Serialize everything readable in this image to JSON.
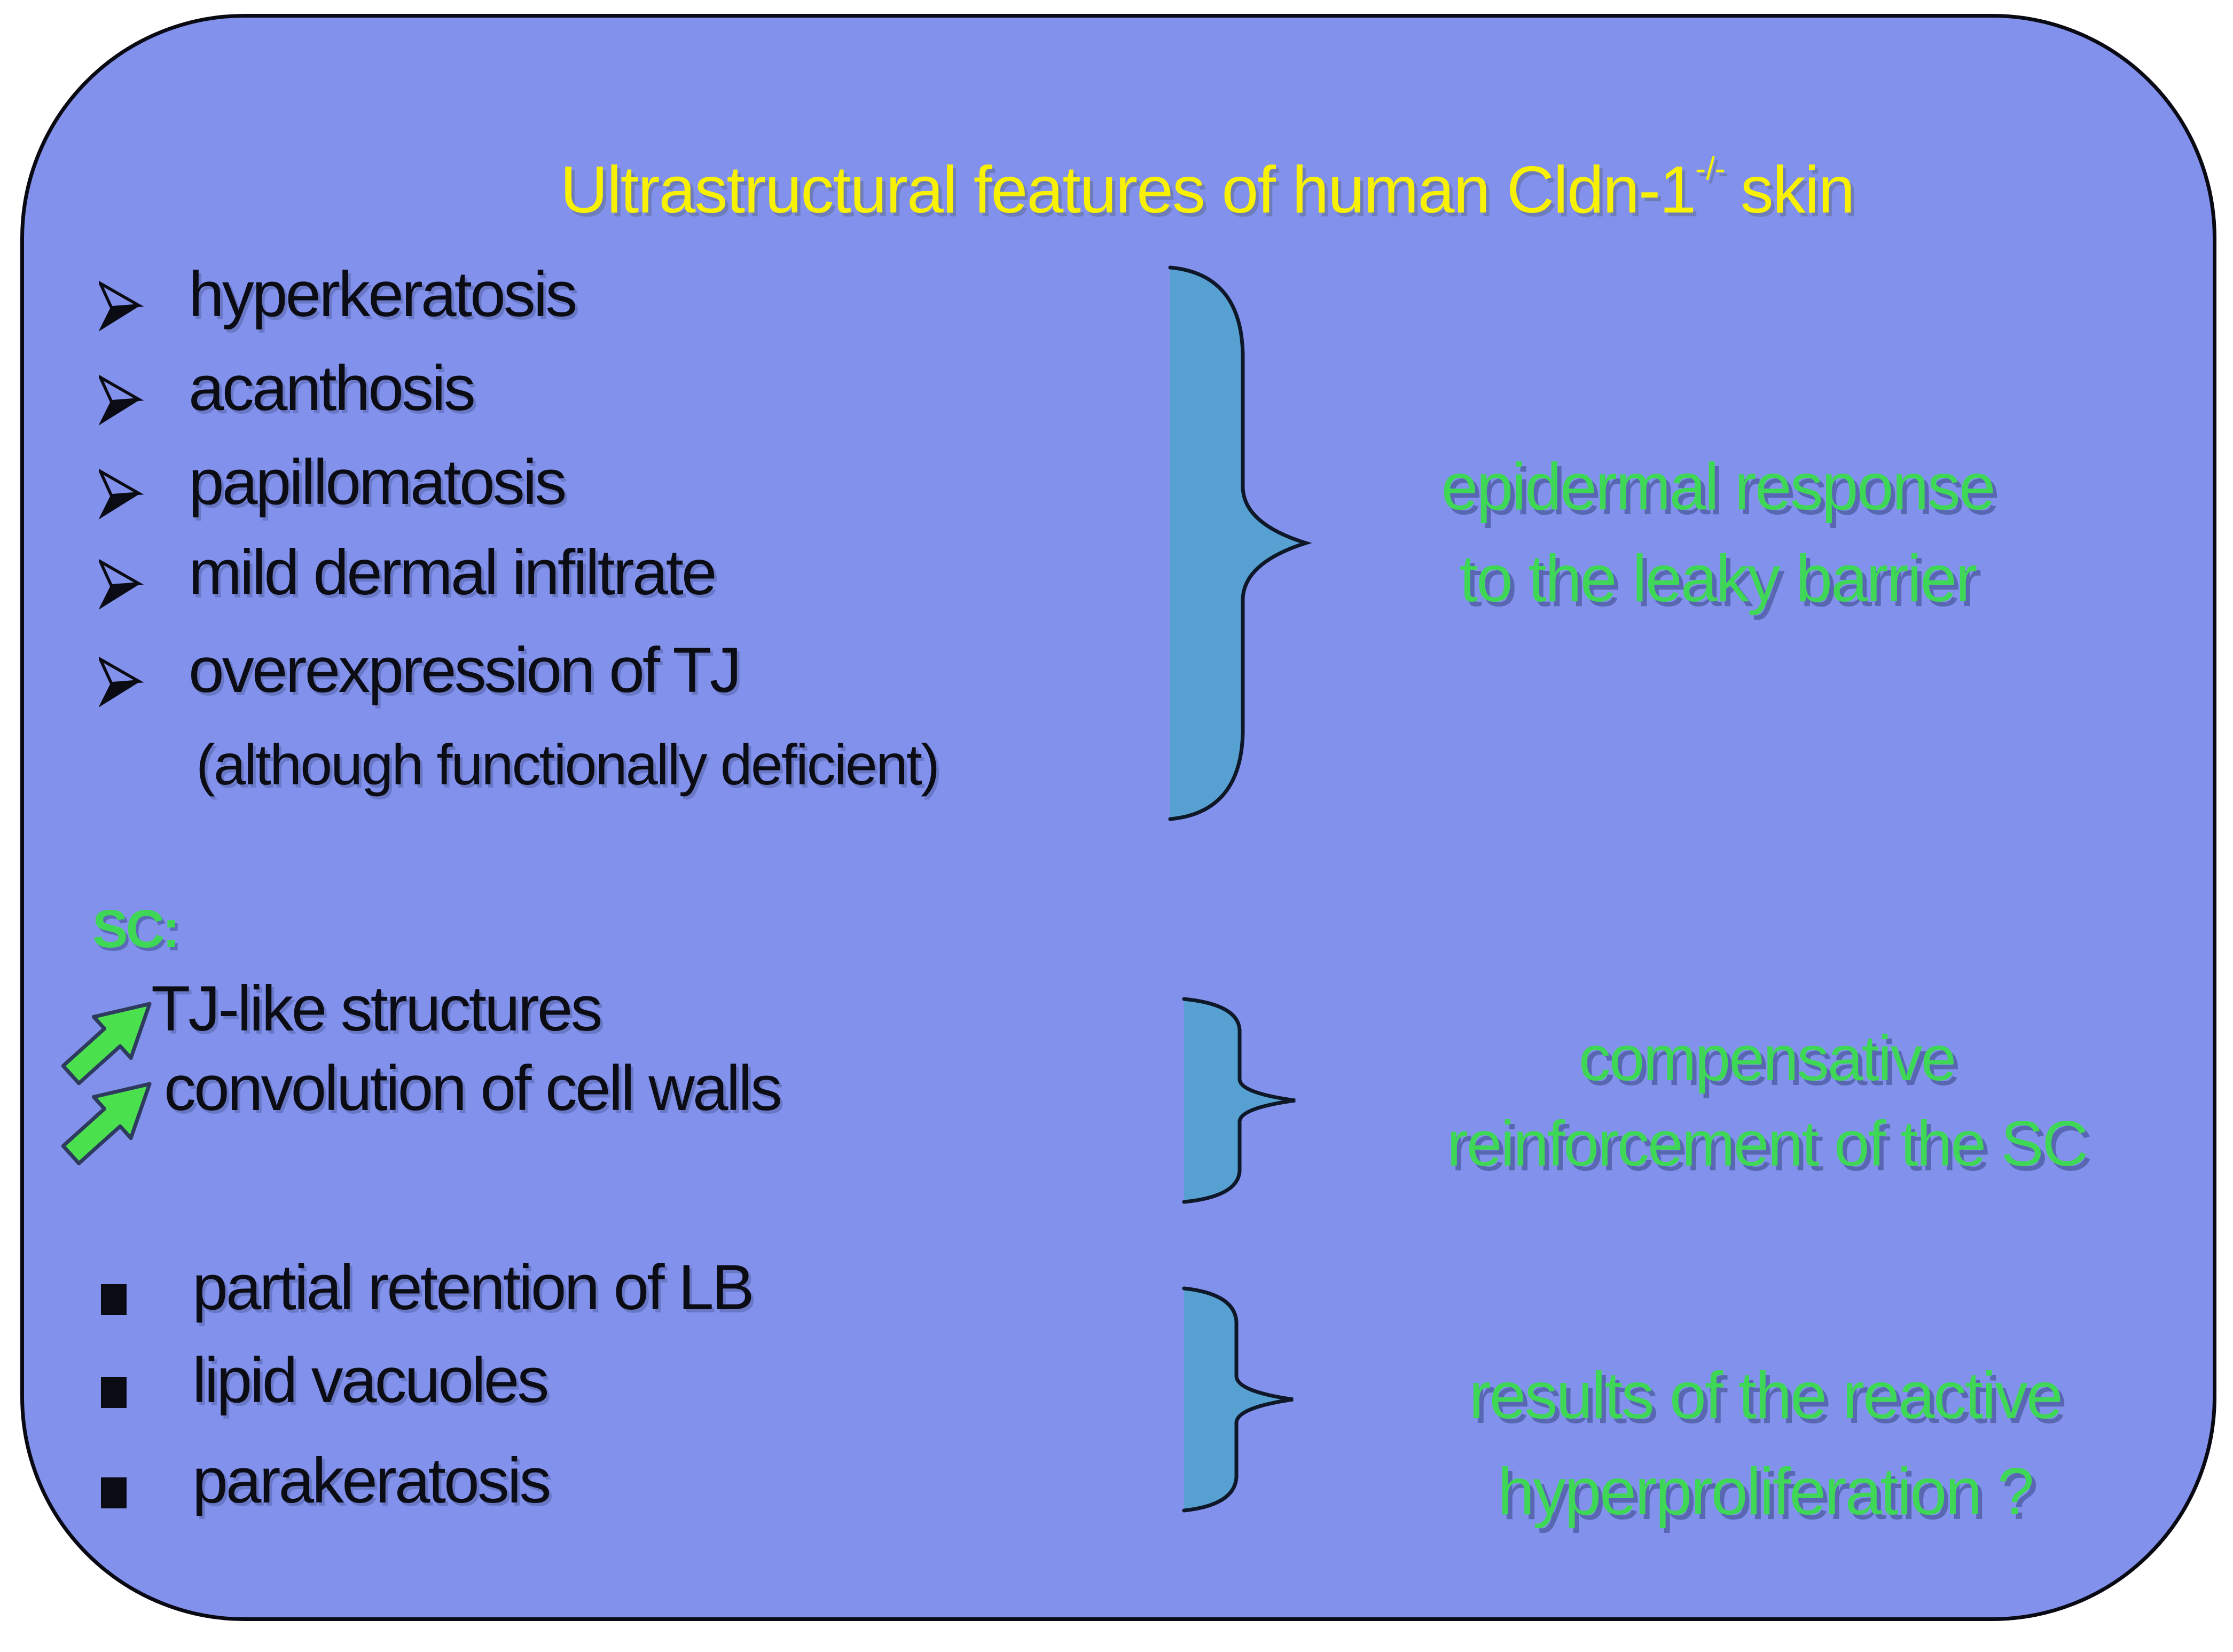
{
  "slide": {
    "title": {
      "text": "Ultrastructural features of human Cldn-1",
      "superscript": "-/-",
      "suffix": "skin"
    },
    "features": [
      "hyperkeratosis",
      "acanthosis",
      "papillomatosis",
      "mild dermal infiltrate",
      "overexpression of TJ"
    ],
    "features_note": "(although functionally deficient)",
    "sc": {
      "label": "SC:",
      "increased_items": [
        "TJ-like structures",
        "convolution of cell walls"
      ]
    },
    "observations": [
      "partial retention of LB",
      "lipid vacuoles",
      "parakeratosis"
    ],
    "annotations": [
      {
        "line1": "epidermal response",
        "line2": "to the leaky barrier"
      },
      {
        "line1": "compensative",
        "line2": "reinforcement of the SC"
      },
      {
        "line1": "results of the reactive",
        "line2": "hyperproliferation ?"
      }
    ],
    "colors": {
      "background": "#8292ec",
      "border": "#0a0a14",
      "title_yellow": "#f8f104",
      "text_black": "#0c0c14",
      "accent_green": "#3fd756",
      "arrow_green": "#4ae04e",
      "brace_fill": "#57a0d2"
    }
  }
}
